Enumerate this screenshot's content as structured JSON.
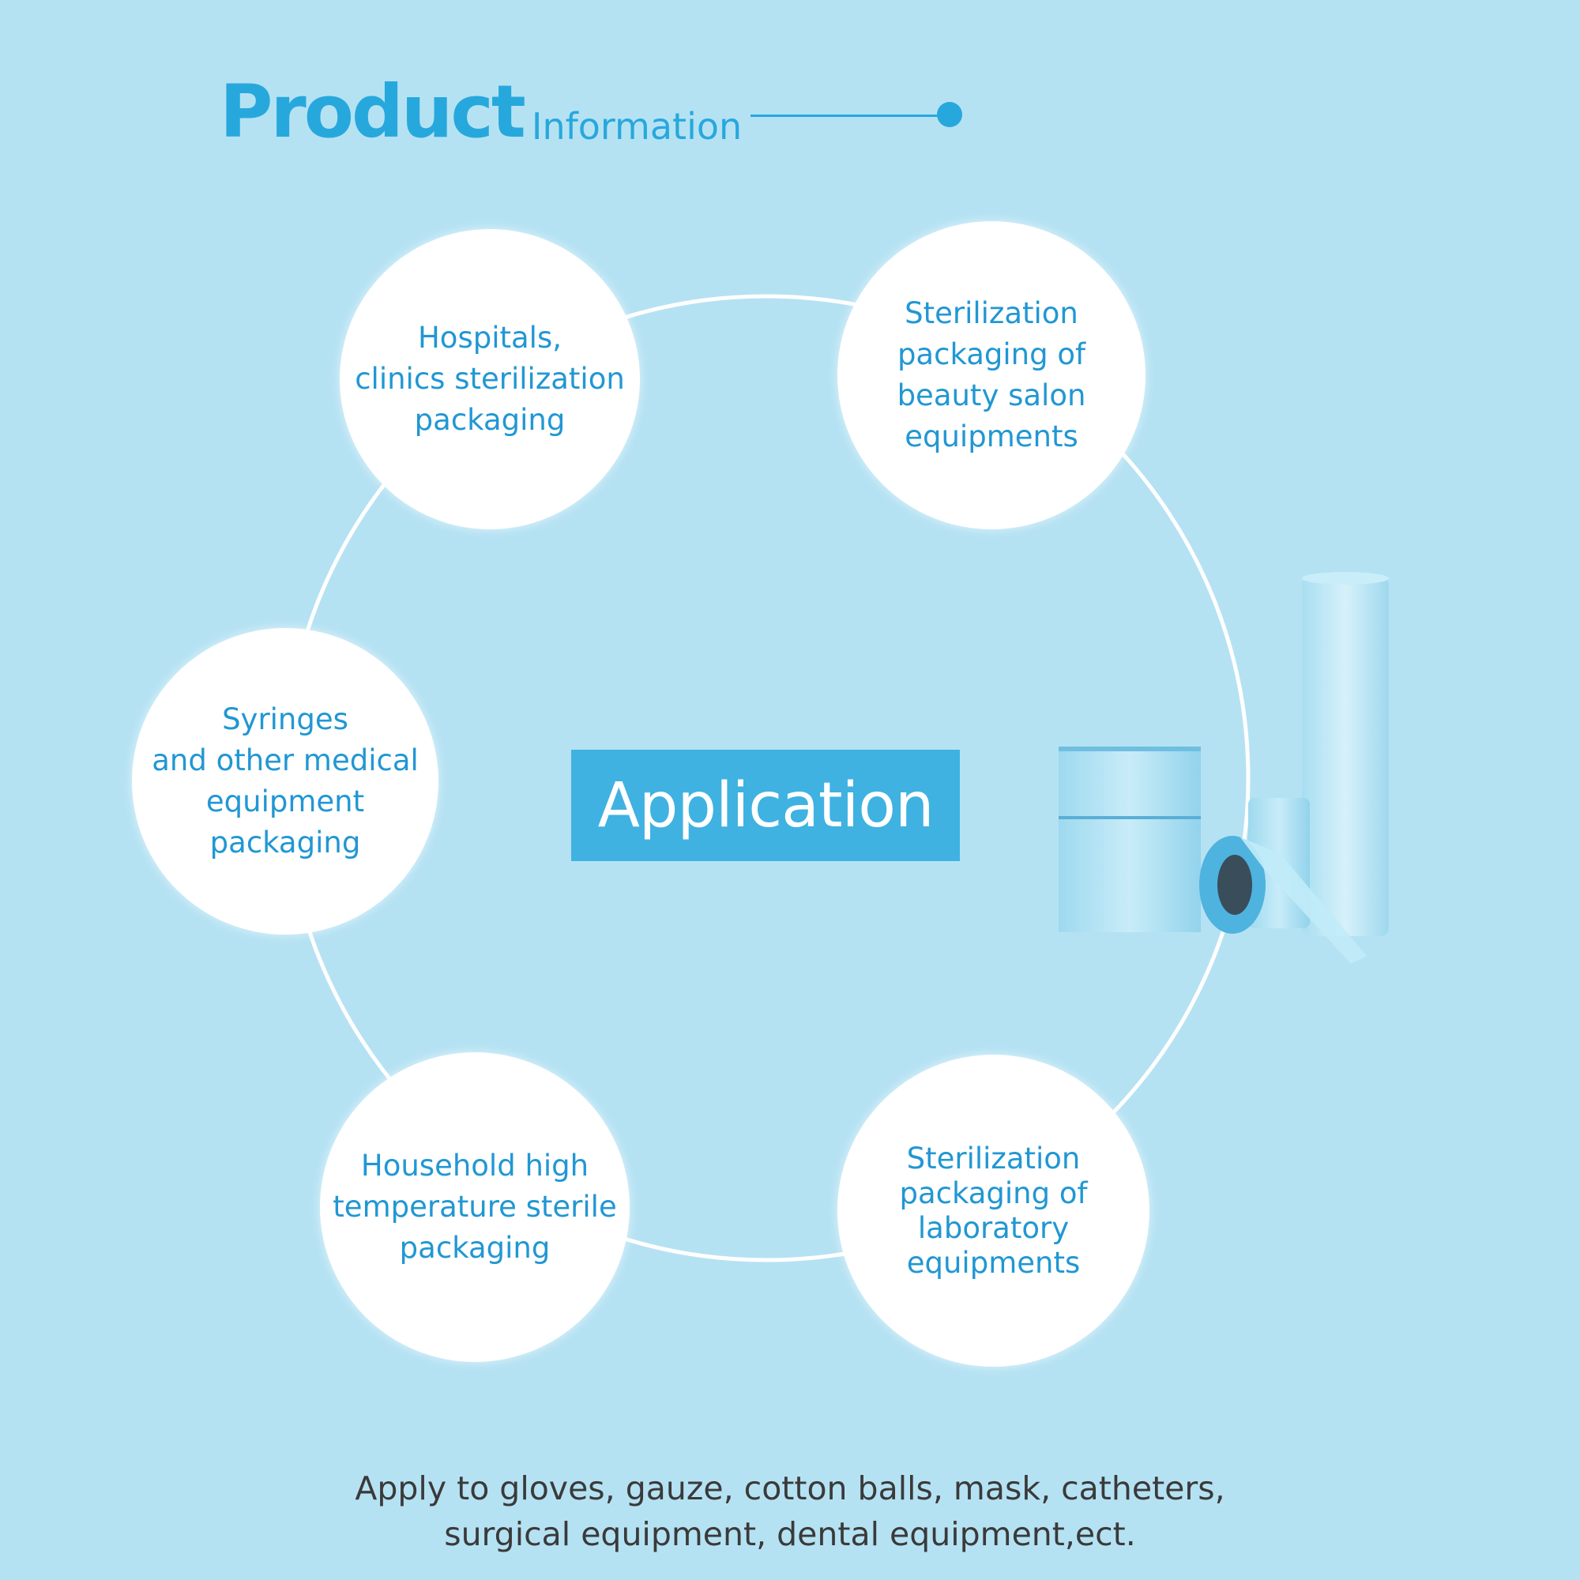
{
  "header": {
    "title_main": "Product",
    "title_sub": "Information"
  },
  "center": {
    "label": "Application"
  },
  "nodes": [
    {
      "lines": [
        "Hospitals,",
        "clinics sterilization",
        "packaging"
      ]
    },
    {
      "lines": [
        "Sterilization",
        "packaging of",
        "beauty salon",
        "equipments"
      ]
    },
    {
      "lines": [
        "Syringes",
        "and other medical",
        "equipment",
        "packaging"
      ]
    },
    {
      "lines": [
        "Household high",
        "temperature sterile",
        "packaging"
      ]
    },
    {
      "lines": [
        "Sterilization",
        "packaging of",
        "laboratory",
        "equipments"
      ]
    }
  ],
  "footer": {
    "line1": "Apply to gloves, gauze, cotton balls, mask, catheters,",
    "line2": "surgical equipment, dental equipment,ect."
  },
  "colors": {
    "background": "#b5e2f3",
    "accent": "#27a8dd",
    "center_box": "#3fb2e1",
    "bubble_text": "#2197d3",
    "footer_text": "#3a3a3a"
  }
}
